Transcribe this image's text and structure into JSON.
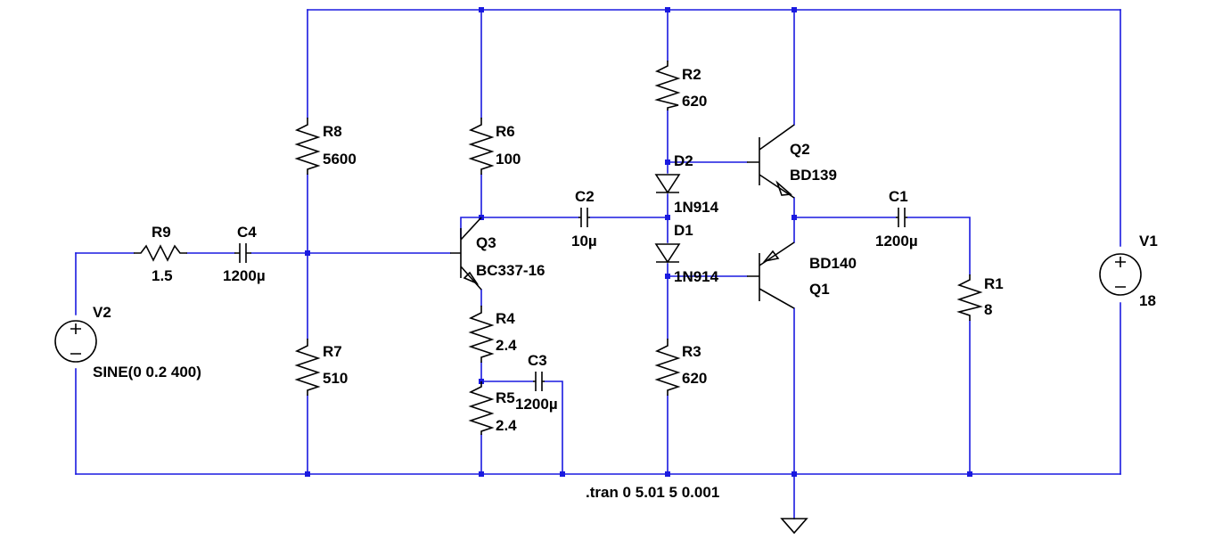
{
  "components": {
    "r9": {
      "name": "R9",
      "value": "1.5"
    },
    "c4": {
      "name": "C4",
      "value": "1200µ"
    },
    "r8": {
      "name": "R8",
      "value": "5600"
    },
    "r7": {
      "name": "R7",
      "value": "510"
    },
    "r6": {
      "name": "R6",
      "value": "100"
    },
    "q3": {
      "name": "Q3",
      "value": "BC337-16"
    },
    "r4": {
      "name": "R4",
      "value": "2.4"
    },
    "r5": {
      "name": "R5",
      "value": "2.4"
    },
    "c3": {
      "name": "C3",
      "value": "1200µ"
    },
    "c2": {
      "name": "C2",
      "value": "10µ"
    },
    "r2": {
      "name": "R2",
      "value": "620"
    },
    "d2": {
      "name": "D2",
      "value": "1N914"
    },
    "d1": {
      "name": "D1",
      "value": "1N914"
    },
    "r3": {
      "name": "R3",
      "value": "620"
    },
    "q2": {
      "name": "Q2",
      "value": "BD139"
    },
    "q1": {
      "name": "Q1",
      "value": "BD140"
    },
    "c1": {
      "name": "C1",
      "value": "1200µ"
    },
    "r1": {
      "name": "R1",
      "value": "8"
    },
    "v1": {
      "name": "V1",
      "value": "18"
    },
    "v2": {
      "name": "V2",
      "value": "SINE(0 0.2 400)"
    }
  },
  "directive": ".tran 0 5.01 5 0.001",
  "colors": {
    "wire": "#1a1ae0",
    "component": "#000000",
    "background": "#ffffff"
  }
}
